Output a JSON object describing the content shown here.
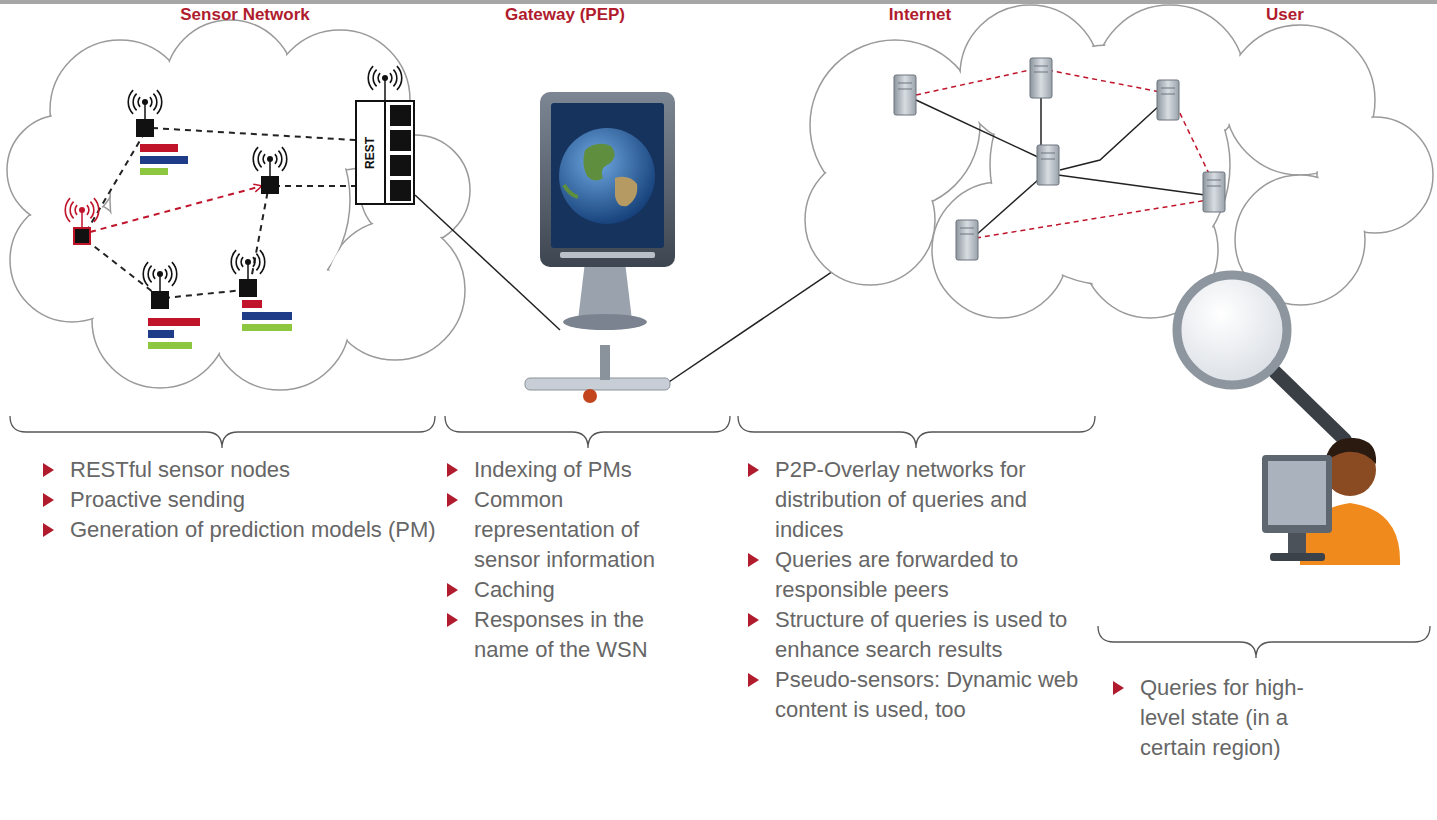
{
  "diagram": {
    "nodes": [
      {
        "text": [
          "REST"
        ]
      }
    ],
    "labels": [
      "Sensor Network",
      "Gateway (PEP)",
      "Internet",
      "User",
      "RESTful sensor nodes",
      "Proactive sending",
      "Generation of prediction models (PM)",
      "Indexing of PMs",
      "Common representation of sensor information",
      "Caching",
      "Responses in the name of the WSN",
      "P2P-Overlay networks for distribution of queries and indices",
      "Queries are forwarded to responsible peers",
      "Structure of queries is used to enhance search results",
      "Pseudo-sensors: Dynamic web content is used, too",
      "Queries for high-level state (in a certain region)"
    ]
  }
}
